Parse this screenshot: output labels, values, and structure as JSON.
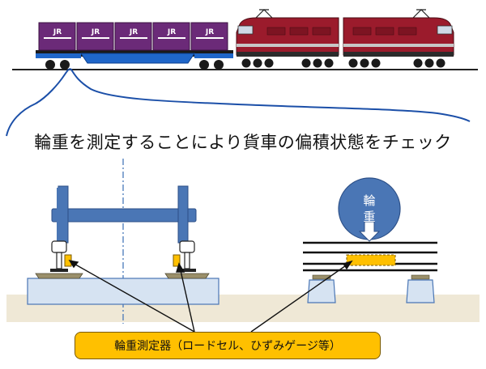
{
  "headline": "輪重を測定することにより貨車の偏積状態をチェック",
  "sensor_label": "輪重測定器（ロードセル、ひずみゲージ等）",
  "load_circle": {
    "char1": "輪",
    "char2": "重"
  },
  "container_mark": "JR",
  "colors": {
    "locomotive_red": "#9b1b2c",
    "wagon_blue": "#1f66c9",
    "container_purple": "#6b2a78",
    "sensor_orange": "#ffc000",
    "bogie_blue": "#4a76b5",
    "ground_tan": "#efe8d6",
    "curve_blue": "#1b4fa8"
  }
}
